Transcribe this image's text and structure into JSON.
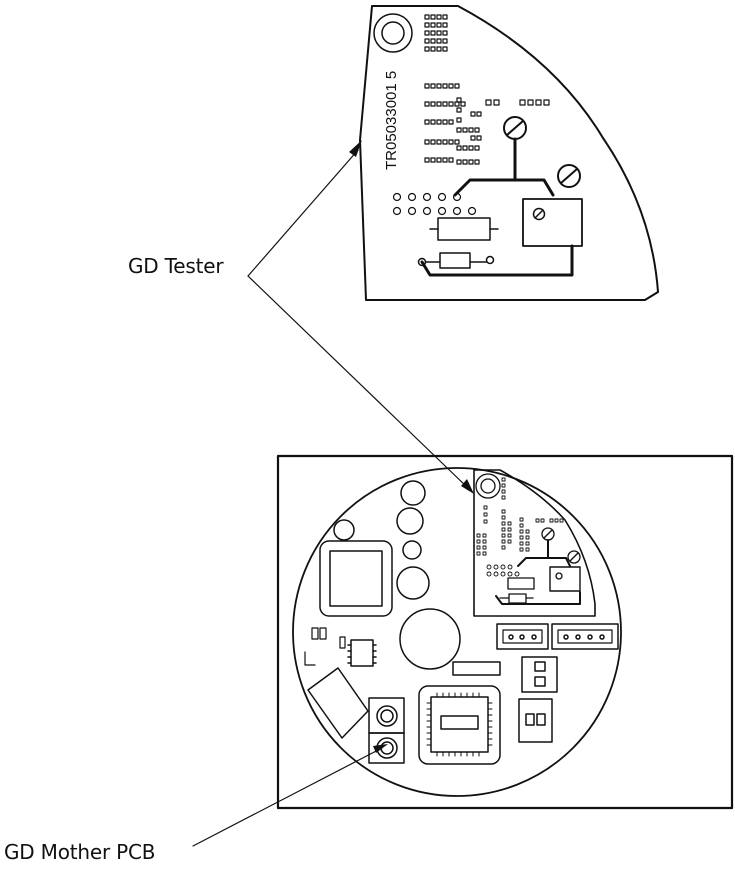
{
  "labels": {
    "tester": "GD Tester",
    "mother_pcb": "GD Mother PCB"
  },
  "board": {
    "serial": "TR05033001 5"
  },
  "colors": {
    "ink": "#111111",
    "background": "#ffffff"
  }
}
